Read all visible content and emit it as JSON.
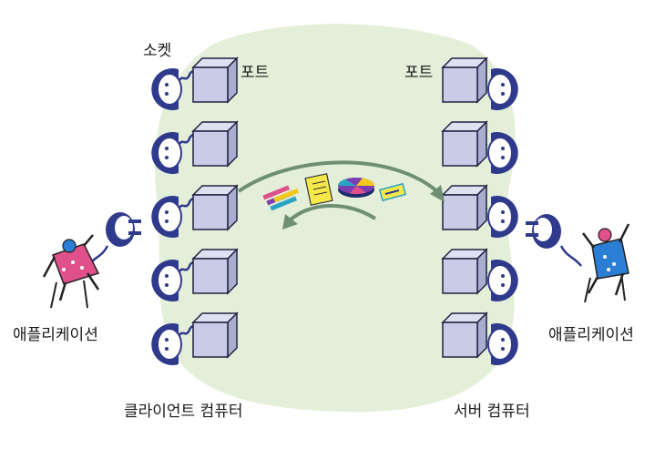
{
  "labels": {
    "socket": "소켓",
    "port_left": "포트",
    "port_right": "포트",
    "app_left": "애플리케이션",
    "app_right": "애플리케이션",
    "client": "클라이언트 컴퓨터",
    "server": "서버 컴퓨터"
  },
  "colors": {
    "background_blob": "#e4efd9",
    "port_box_fill": "#c9cce6",
    "port_box_outline": "#1f2340",
    "socket_fill": "#2f3a8c",
    "socket_face": "#ffffff",
    "arrow": "#6f8f74",
    "left_app_figure": "#e0508a",
    "right_app_figure": "#2a7fd4"
  },
  "diagram": {
    "client_ports": 5,
    "server_ports": 5,
    "message_icons": [
      "pencils-icon",
      "document-icon",
      "pie-chart-icon",
      "card-icon"
    ]
  }
}
